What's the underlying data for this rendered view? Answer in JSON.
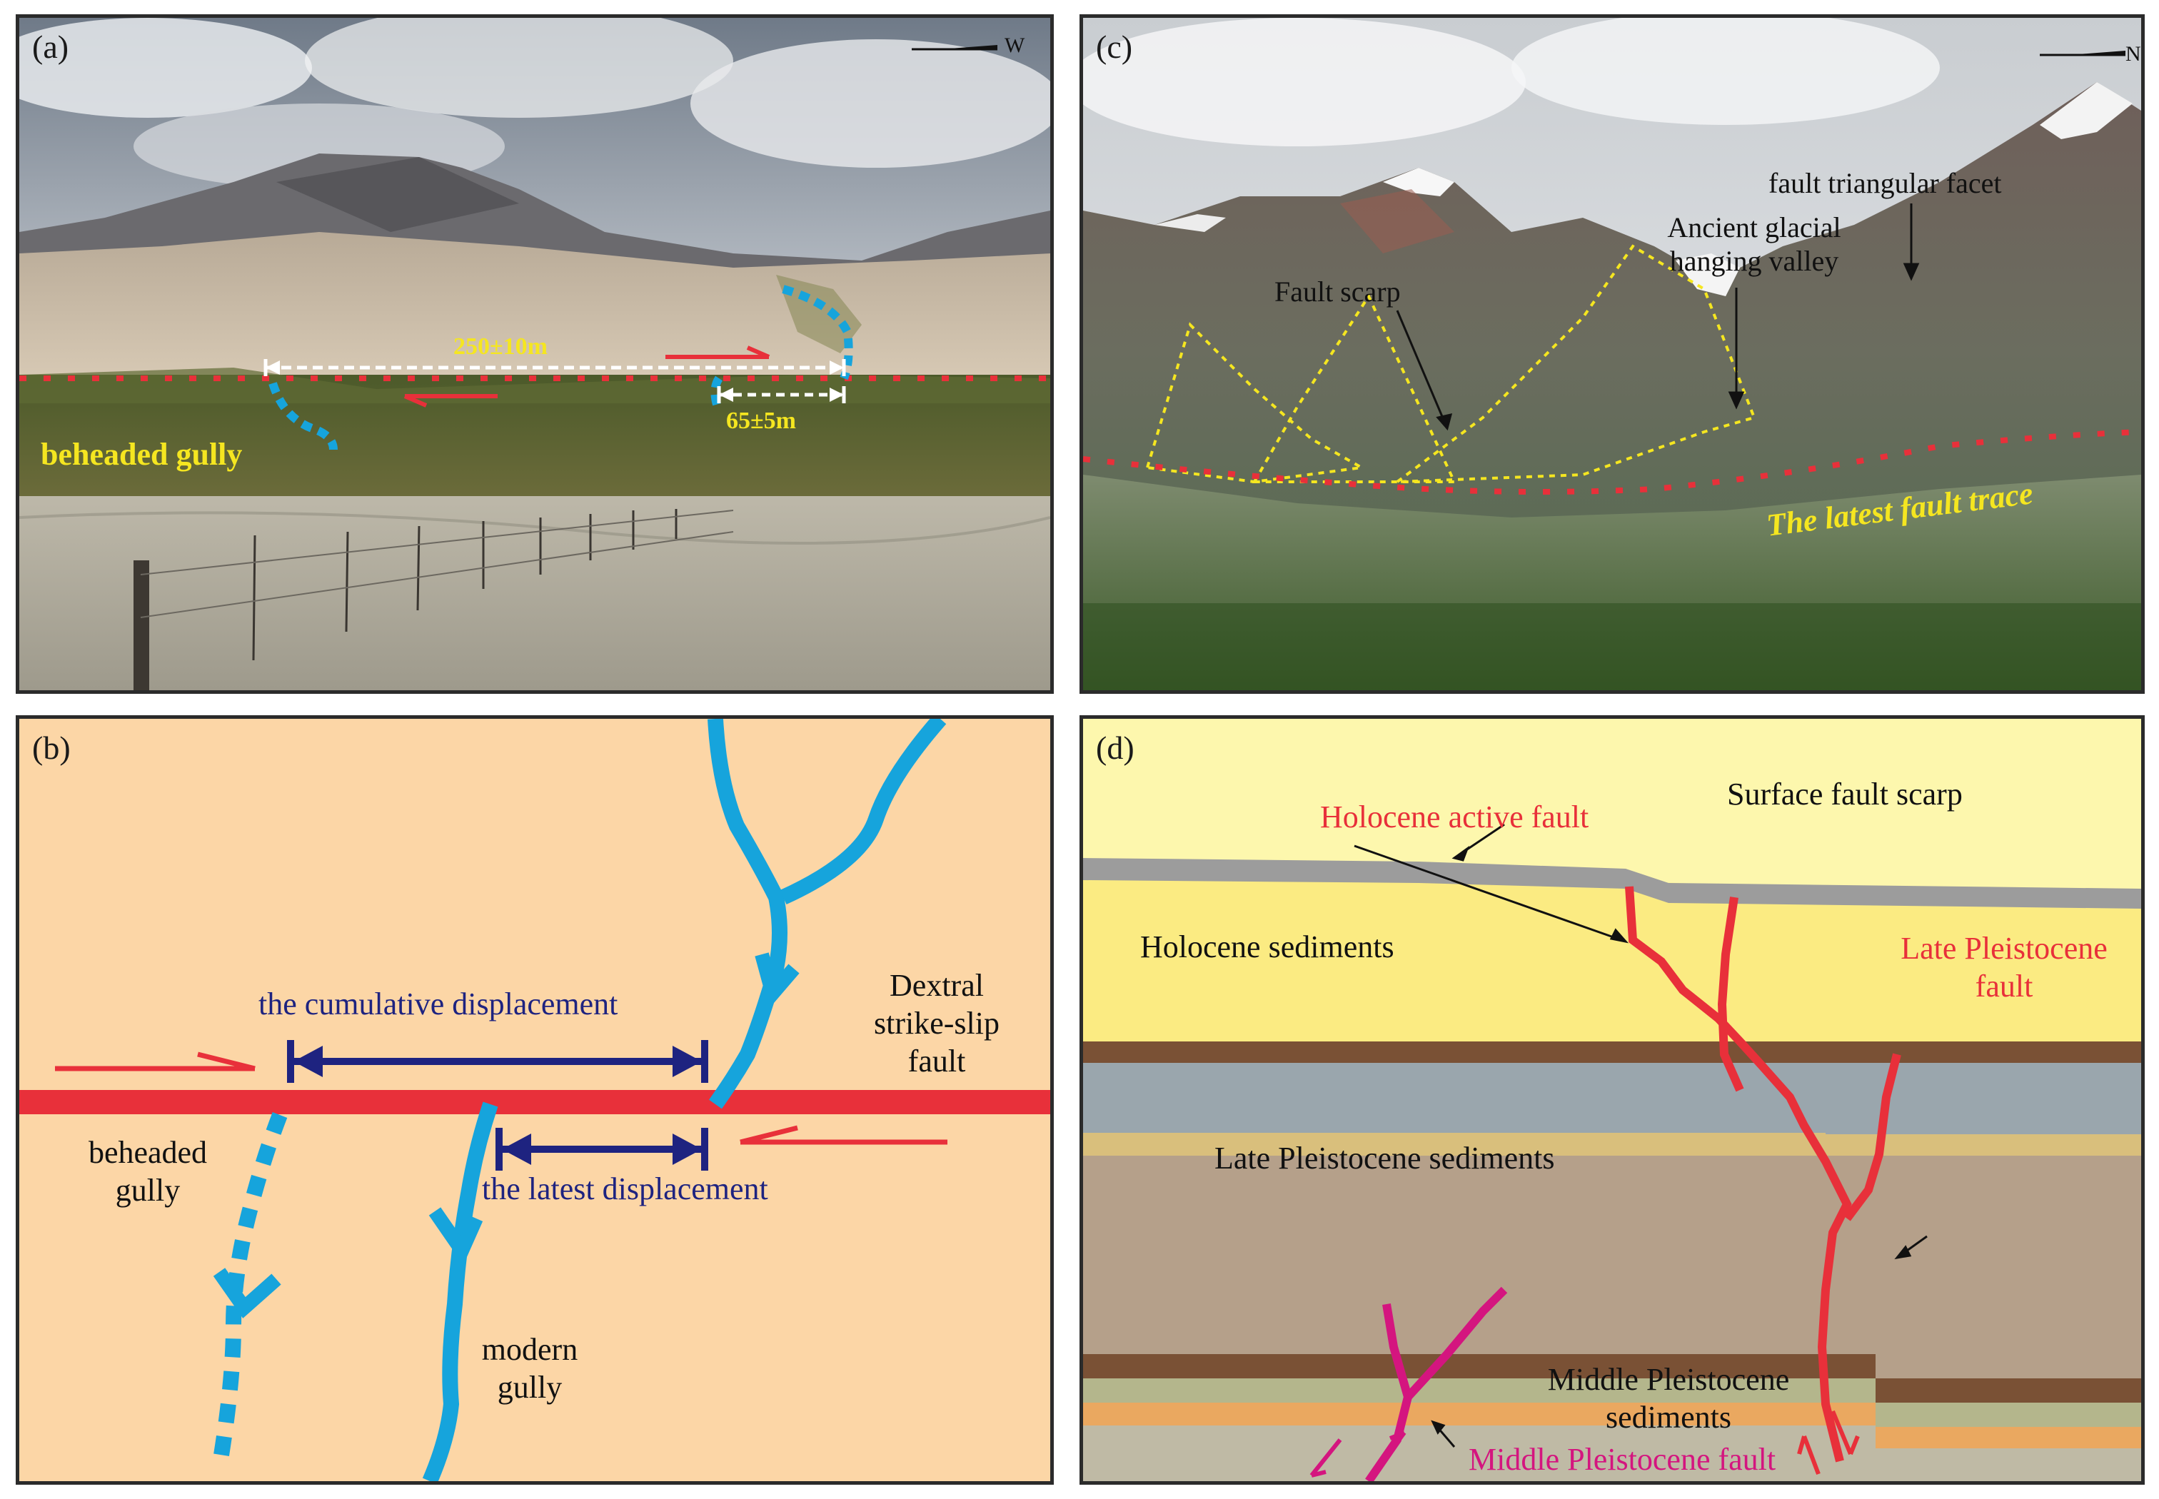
{
  "panel_a": {
    "label": "(a)",
    "north": "W",
    "offset_total": "250±10m",
    "offset_latest": "65±5m",
    "beheaded": "beheaded  gully"
  },
  "panel_b": {
    "label": "(b)",
    "cumulative": "the cumulative displacement",
    "latest": "the latest displacement",
    "fault_lines": [
      "Dextral",
      "strike-slip",
      "fault"
    ],
    "beheaded_lines": [
      "beheaded",
      "gully"
    ],
    "modern_lines": [
      "modern",
      "gully"
    ]
  },
  "panel_c": {
    "label": "(c)",
    "north": "N",
    "facet": "fault triangular  facet",
    "glacial_lines": [
      "Ancient glacial",
      "hanging valley"
    ],
    "scarp": "Fault scarp",
    "trace": "The latest fault trace"
  },
  "panel_d": {
    "label": "(d)",
    "surface": "Surface fault scarp",
    "holocene_fault": "Holocene  active  fault",
    "holocene_sed": "Holocene sediments",
    "late_fault_lines": [
      "Late Pleistocene",
      "fault"
    ],
    "late_sed": "Late Pleistocene sediments",
    "middle_sed_lines": [
      "Middle Pleistocene",
      "sediments"
    ],
    "middle_fault": "Middle Pleistocene fault"
  },
  "colors": {
    "fault_red": "#e8303a",
    "gully_blue": "#16a4dc",
    "displacement_navy": "#1e2380",
    "label_yellow": "#f5e620",
    "middle_fault_magenta": "#d4157f"
  }
}
